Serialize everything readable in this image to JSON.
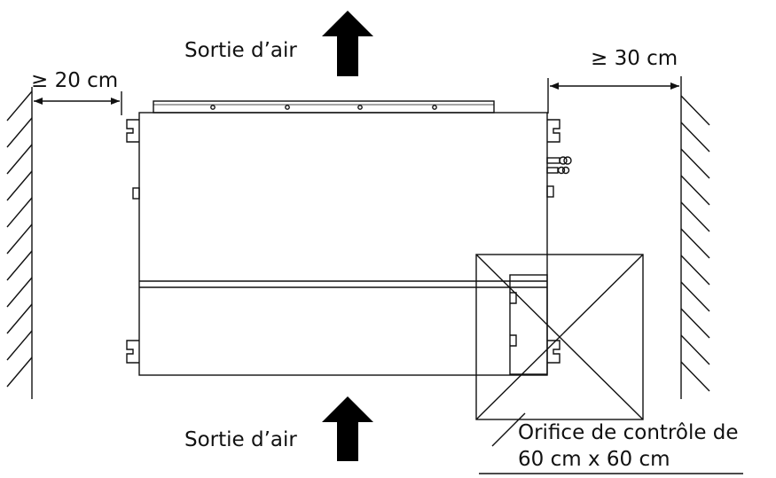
{
  "labels": {
    "air_outlet_top": "Sortie d’air",
    "air_outlet_bottom": "Sortie d’air",
    "clearance_left": "≥ 20 cm",
    "clearance_right": "≥ 30 cm",
    "hatch_line1": "Orifice de contrôle de",
    "hatch_line2": "60 cm x 60 cm"
  },
  "colors": {
    "stroke": "#111111",
    "arrow_fill": "#000000",
    "background": "#ffffff"
  }
}
